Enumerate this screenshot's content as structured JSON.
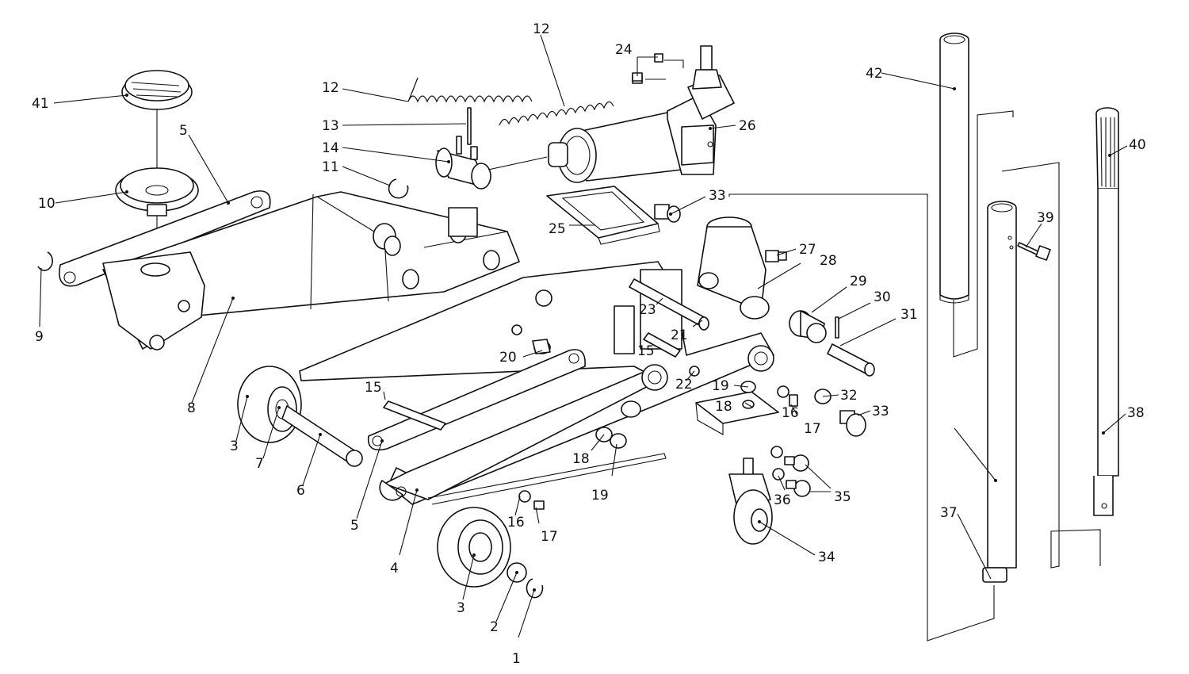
{
  "diagram": {
    "parts": [
      {
        "key": "p1",
        "label": "1"
      },
      {
        "key": "p2",
        "label": "2"
      },
      {
        "key": "p3a",
        "label": "3"
      },
      {
        "key": "p3b",
        "label": "3"
      },
      {
        "key": "p4",
        "label": "4"
      },
      {
        "key": "p5a",
        "label": "5"
      },
      {
        "key": "p5b",
        "label": "5"
      },
      {
        "key": "p6",
        "label": "6"
      },
      {
        "key": "p7",
        "label": "7"
      },
      {
        "key": "p8",
        "label": "8"
      },
      {
        "key": "p9",
        "label": "9"
      },
      {
        "key": "p10",
        "label": "10"
      },
      {
        "key": "p11",
        "label": "11"
      },
      {
        "key": "p12a",
        "label": "12"
      },
      {
        "key": "p12b",
        "label": "12"
      },
      {
        "key": "p13",
        "label": "13"
      },
      {
        "key": "p14",
        "label": "14"
      },
      {
        "key": "p15a",
        "label": "15"
      },
      {
        "key": "p15b",
        "label": "15"
      },
      {
        "key": "p16a",
        "label": "16"
      },
      {
        "key": "p16b",
        "label": "16"
      },
      {
        "key": "p17a",
        "label": "17"
      },
      {
        "key": "p17b",
        "label": "17"
      },
      {
        "key": "p18a",
        "label": "18"
      },
      {
        "key": "p18b",
        "label": "18"
      },
      {
        "key": "p19a",
        "label": "19"
      },
      {
        "key": "p19b",
        "label": "19"
      },
      {
        "key": "p20",
        "label": "20"
      },
      {
        "key": "p21",
        "label": "21"
      },
      {
        "key": "p22",
        "label": "22"
      },
      {
        "key": "p23",
        "label": "23"
      },
      {
        "key": "p24",
        "label": "24"
      },
      {
        "key": "p25",
        "label": "25"
      },
      {
        "key": "p26",
        "label": "26"
      },
      {
        "key": "p27",
        "label": "27"
      },
      {
        "key": "p28",
        "label": "28"
      },
      {
        "key": "p29",
        "label": "29"
      },
      {
        "key": "p30",
        "label": "30"
      },
      {
        "key": "p31",
        "label": "31"
      },
      {
        "key": "p32",
        "label": "32"
      },
      {
        "key": "p33a",
        "label": "33"
      },
      {
        "key": "p33b",
        "label": "33"
      },
      {
        "key": "p34",
        "label": "34"
      },
      {
        "key": "p35",
        "label": "35"
      },
      {
        "key": "p36",
        "label": "36"
      },
      {
        "key": "p37",
        "label": "37"
      },
      {
        "key": "p38",
        "label": "38"
      },
      {
        "key": "p39",
        "label": "39"
      },
      {
        "key": "p40",
        "label": "40"
      },
      {
        "key": "p41",
        "label": "41"
      },
      {
        "key": "p42",
        "label": "42"
      }
    ]
  }
}
